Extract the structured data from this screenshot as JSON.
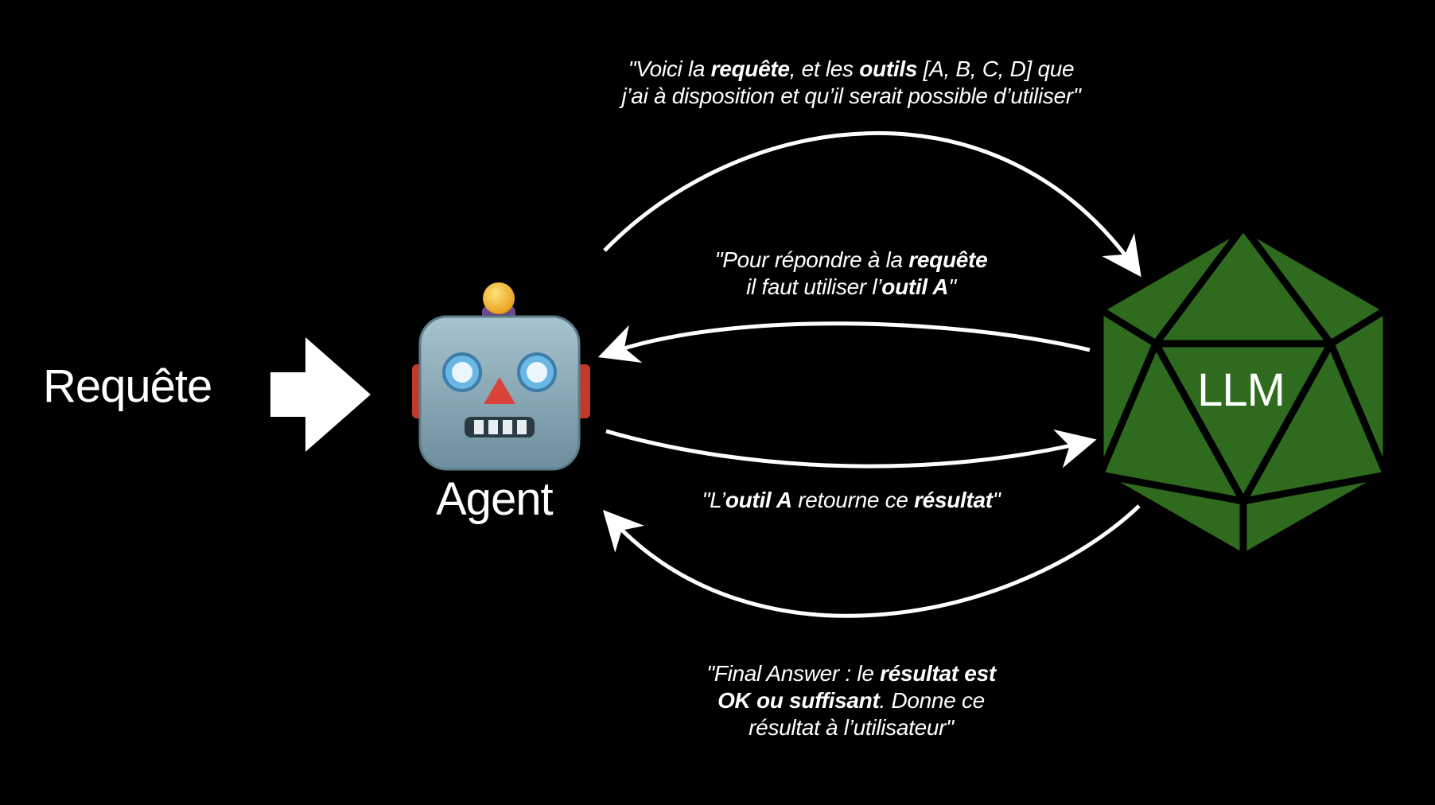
{
  "input": {
    "label": "Requête"
  },
  "agent": {
    "label": "Agent",
    "icon": "robot-icon"
  },
  "llm": {
    "label": "LLM",
    "icon": "icosahedron-icon",
    "color": "#2F6B1F"
  },
  "messages": {
    "request_tools": [
      {
        "text": "\"Voici la ",
        "bold": false
      },
      {
        "text": "requête",
        "bold": true
      },
      {
        "text": ", et les ",
        "bold": false
      },
      {
        "text": "outils",
        "bold": true
      },
      {
        "text": " [A, B, C, D] que",
        "bold": false
      },
      {
        "text": "\n",
        "bold": false
      },
      {
        "text": "j’ai à disposition et qu’il serait possible d’utiliser\"",
        "bold": false
      }
    ],
    "use_tool": [
      {
        "text": "\"Pour répondre à la ",
        "bold": false
      },
      {
        "text": "requête",
        "bold": true
      },
      {
        "text": "\n",
        "bold": false
      },
      {
        "text": "il faut utiliser l’",
        "bold": false
      },
      {
        "text": "outil A",
        "bold": true
      },
      {
        "text": "\"",
        "bold": false
      }
    ],
    "tool_result": [
      {
        "text": "\"L’",
        "bold": false
      },
      {
        "text": "outil A",
        "bold": true
      },
      {
        "text": " retourne ce ",
        "bold": false
      },
      {
        "text": "résultat",
        "bold": true
      },
      {
        "text": "\"",
        "bold": false
      }
    ],
    "final_answer": [
      {
        "text": "\"Final Answer : le ",
        "bold": false
      },
      {
        "text": "résultat est",
        "bold": true
      },
      {
        "text": "\n",
        "bold": false
      },
      {
        "text": "OK ou suffisant",
        "bold": true
      },
      {
        "text": ". Donne ce",
        "bold": false
      },
      {
        "text": "\n",
        "bold": false
      },
      {
        "text": "résultat à l’utilisateur\"",
        "bold": false
      }
    ]
  },
  "colors": {
    "background": "#000000",
    "foreground": "#FFFFFF",
    "llm_green": "#2F6B1F",
    "robot_face": "#8FB0BE",
    "robot_ear": "#C0392B",
    "robot_antenna_ball": "#F3B52A"
  }
}
